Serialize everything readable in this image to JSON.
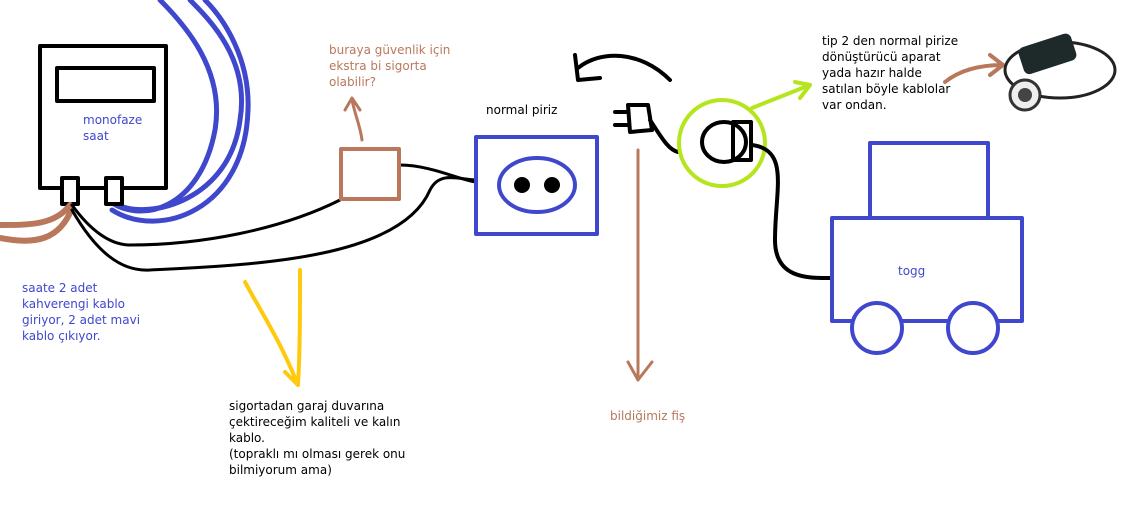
{
  "labels": {
    "meter": "monofaze\nsaat",
    "meter_note": "saate 2 adet\nkahverengi kablo\ngiriyor, 2 adet mavi\nkablo çıkıyor.",
    "fuse_note": "buraya güvenlik için\nekstra bi sigorta\nolabilir?",
    "socket": "normal piriz",
    "cable_note": "sigortadan garaj duvarına\nçektireceğim kaliteli ve kalın\nkablo.\n(topraklı mı olması gerek onu\nbilmiyorum ama)",
    "plug_note": "bildiğimiz fiş",
    "adapter_note": "tip 2 den normal pirize\ndönüştürücü aparat\nyada hazır halde\nsatılan böyle kablolar\nvar ondan.",
    "car": "togg"
  },
  "colors": {
    "blue": "#3f48cc",
    "brown": "#b9785b",
    "yellow": "#ffc90e",
    "green": "#b5e61d",
    "black": "#000000"
  }
}
